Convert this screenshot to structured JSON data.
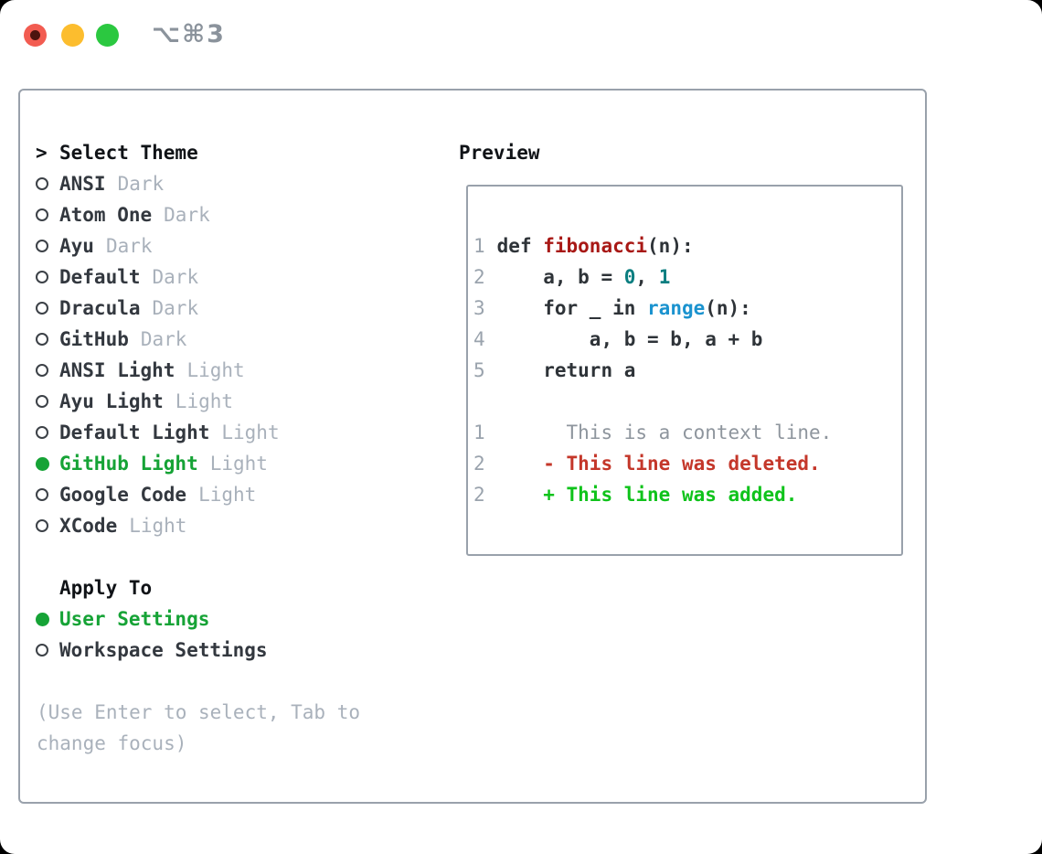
{
  "window": {
    "title": "⌥⌘3"
  },
  "theme_list": {
    "header_marker": ">",
    "header": "Select Theme",
    "items": [
      {
        "name": "ANSI",
        "tag": "Dark",
        "selected": false
      },
      {
        "name": "Atom One",
        "tag": "Dark",
        "selected": false
      },
      {
        "name": "Ayu",
        "tag": "Dark",
        "selected": false
      },
      {
        "name": "Default",
        "tag": "Dark",
        "selected": false
      },
      {
        "name": "Dracula",
        "tag": "Dark",
        "selected": false
      },
      {
        "name": "GitHub",
        "tag": "Dark",
        "selected": false
      },
      {
        "name": "ANSI Light",
        "tag": "Light",
        "selected": false
      },
      {
        "name": "Ayu Light",
        "tag": "Light",
        "selected": false
      },
      {
        "name": "Default Light",
        "tag": "Light",
        "selected": false
      },
      {
        "name": "GitHub Light",
        "tag": "Light",
        "selected": true
      },
      {
        "name": "Google Code",
        "tag": "Light",
        "selected": false
      },
      {
        "name": "XCode",
        "tag": "Light",
        "selected": false
      }
    ]
  },
  "apply_to": {
    "header": "Apply To",
    "items": [
      {
        "name": "User Settings",
        "selected": true
      },
      {
        "name": "Workspace Settings",
        "selected": false
      }
    ]
  },
  "help_text": "(Use Enter to select, Tab to change focus)",
  "preview": {
    "header": "Preview",
    "lines": [
      {
        "num": "1",
        "segs": [
          {
            "t": "def ",
            "c": "plain"
          },
          {
            "t": "fibonacci",
            "c": "func"
          },
          {
            "t": "(n):",
            "c": "plain"
          }
        ]
      },
      {
        "num": "2",
        "segs": [
          {
            "t": "    a, b = ",
            "c": "plain"
          },
          {
            "t": "0",
            "c": "number"
          },
          {
            "t": ", ",
            "c": "plain"
          },
          {
            "t": "1",
            "c": "number"
          }
        ]
      },
      {
        "num": "3",
        "segs": [
          {
            "t": "    for _ in ",
            "c": "plain"
          },
          {
            "t": "range",
            "c": "builtin"
          },
          {
            "t": "(n):",
            "c": "plain"
          }
        ]
      },
      {
        "num": "4",
        "segs": [
          {
            "t": "        a, b = b, a + b",
            "c": "plain"
          }
        ]
      },
      {
        "num": "5",
        "segs": [
          {
            "t": "    return a",
            "c": "plain"
          }
        ]
      },
      {
        "blank": true
      },
      {
        "num": "1",
        "segs": [
          {
            "t": "      This is a context line.",
            "c": "context"
          }
        ]
      },
      {
        "num": "2",
        "segs": [
          {
            "t": "    - This line was deleted.",
            "c": "deleted"
          }
        ]
      },
      {
        "num": "2",
        "segs": [
          {
            "t": "    + This line was added.",
            "c": "added"
          }
        ]
      }
    ]
  },
  "colors": {
    "selection_green": "#16a336",
    "tag_gray": "#a9b1bb",
    "border_gray": "#99a1ab",
    "diff_deleted": "#c4372a",
    "diff_added": "#0fc31b",
    "syntax_function": "#a81815",
    "syntax_number": "#0b7e80",
    "syntax_builtin": "#1b93cf",
    "traffic_red": "#f25c51",
    "traffic_yellow": "#fcbd2e",
    "traffic_green": "#2bc840"
  }
}
